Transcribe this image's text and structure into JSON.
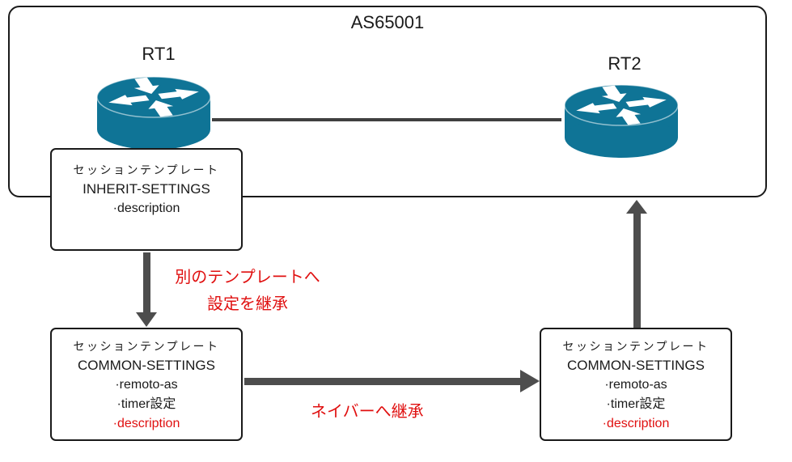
{
  "colors": {
    "router": "#0f7496",
    "arrow": "#4d4d4d",
    "line": "#404040",
    "boundary": "#1a1a1a",
    "red": "#e01010"
  },
  "as_boundary": {
    "label": "AS65001"
  },
  "routers": [
    {
      "id": "rt1",
      "label": "RT1"
    },
    {
      "id": "rt2",
      "label": "RT2"
    }
  ],
  "boxes": {
    "inherit": {
      "title": "セッションテンプレート",
      "name": "INHERIT-SETTINGS",
      "items": [
        "·description"
      ]
    },
    "common_left": {
      "title": "セッションテンプレート",
      "name": "COMMON-SETTINGS",
      "items": [
        "·remoto-as",
        "·timer設定",
        "·description"
      ]
    },
    "common_right": {
      "title": "セッションテンプレート",
      "name": "COMMON-SETTINGS",
      "items": [
        "·remoto-as",
        "·timer設定",
        "·description"
      ]
    }
  },
  "annotations": {
    "inherit_line1": "別のテンプレートへ",
    "inherit_line2": "設定を継承",
    "neighbor": "ネイバーへ継承"
  }
}
